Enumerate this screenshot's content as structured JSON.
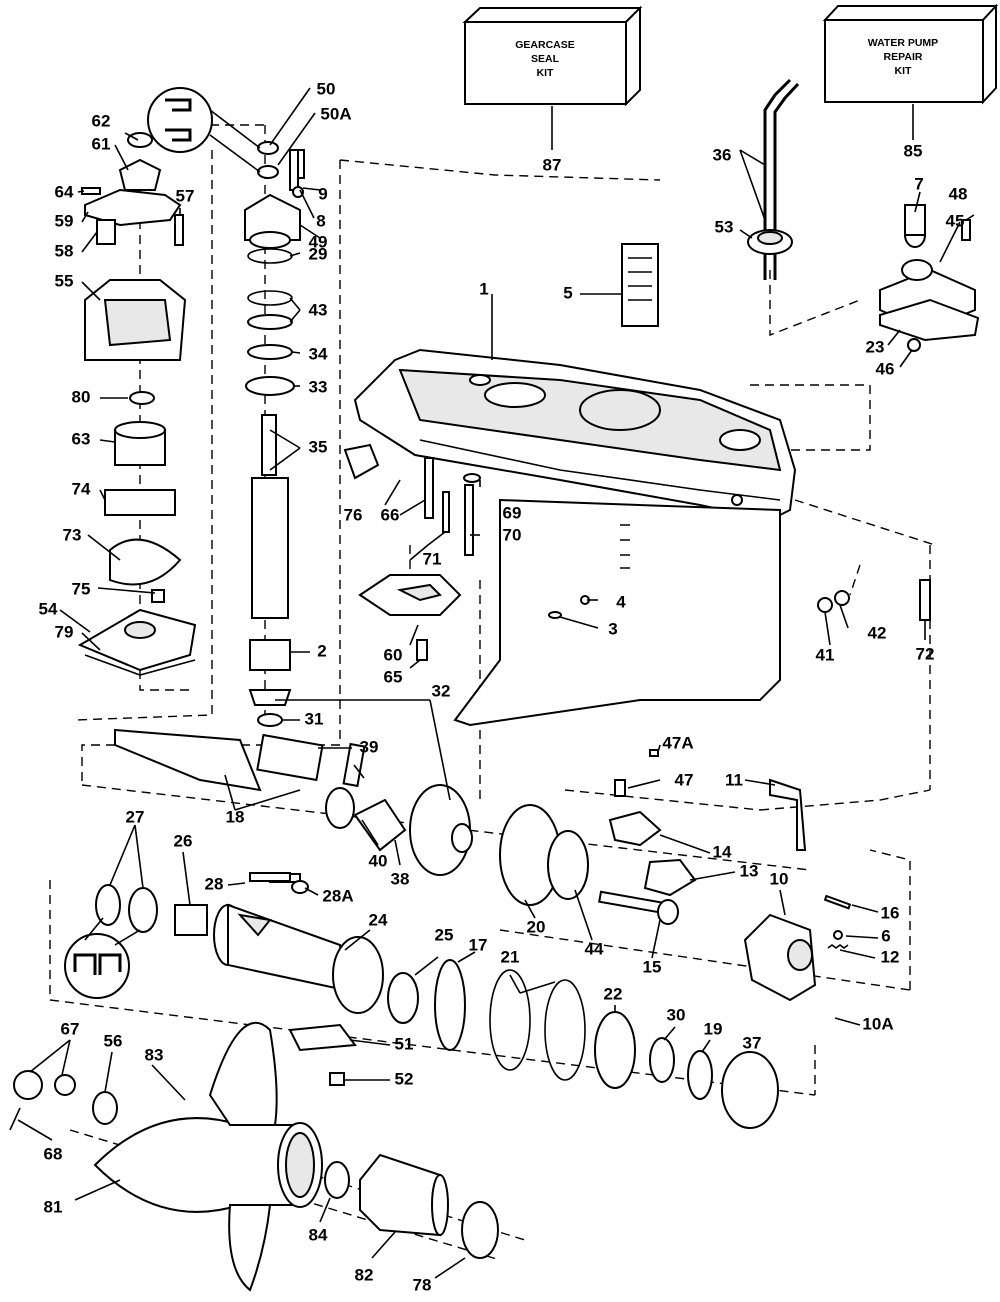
{
  "kits": [
    {
      "id": "gearcase-seal-kit",
      "lines": [
        "GEARCASE",
        "SEAL",
        "KIT"
      ],
      "number": "87"
    },
    {
      "id": "water-pump-kit",
      "lines": [
        "WATER PUMP",
        "REPAIR",
        "KIT"
      ],
      "number": "85"
    }
  ],
  "callouts": {
    "c1": "1",
    "c2": "2",
    "c3": "3",
    "c4": "4",
    "c5": "5",
    "c6": "6",
    "c7": "7",
    "c8": "8",
    "c9": "9",
    "c10": "10",
    "c10A": "10A",
    "c11": "11",
    "c12": "12",
    "c13": "13",
    "c14": "14",
    "c15": "15",
    "c16": "16",
    "c17": "17",
    "c18": "18",
    "c19": "19",
    "c20": "20",
    "c21": "21",
    "c22": "22",
    "c23": "23",
    "c24": "24",
    "c25": "25",
    "c26": "26",
    "c27": "27",
    "c28": "28",
    "c28A": "28A",
    "c29": "29",
    "c30": "30",
    "c31": "31",
    "c32": "32",
    "c33": "33",
    "c34": "34",
    "c35": "35",
    "c36": "36",
    "c37": "37",
    "c38": "38",
    "c39": "39",
    "c40": "40",
    "c41": "41",
    "c42": "42",
    "c43": "43",
    "c44": "44",
    "c45": "45",
    "c46": "46",
    "c47": "47",
    "c47A": "47A",
    "c48": "48",
    "c49": "49",
    "c50": "50",
    "c50A": "50A",
    "c51": "51",
    "c52": "52",
    "c53": "53",
    "c54": "54",
    "c55": "55",
    "c56": "56",
    "c57": "57",
    "c58": "58",
    "c59": "59",
    "c60": "60",
    "c61": "61",
    "c62": "62",
    "c63": "63",
    "c64": "64",
    "c65": "65",
    "c66": "66",
    "c67": "67",
    "c68": "68",
    "c69": "69",
    "c70": "70",
    "c71": "71",
    "c72": "72",
    "c73": "73",
    "c74": "74",
    "c75": "75",
    "c76": "76",
    "c78": "78",
    "c79": "79",
    "c80": "80",
    "c81": "81",
    "c82": "82",
    "c83": "83",
    "c84": "84"
  }
}
